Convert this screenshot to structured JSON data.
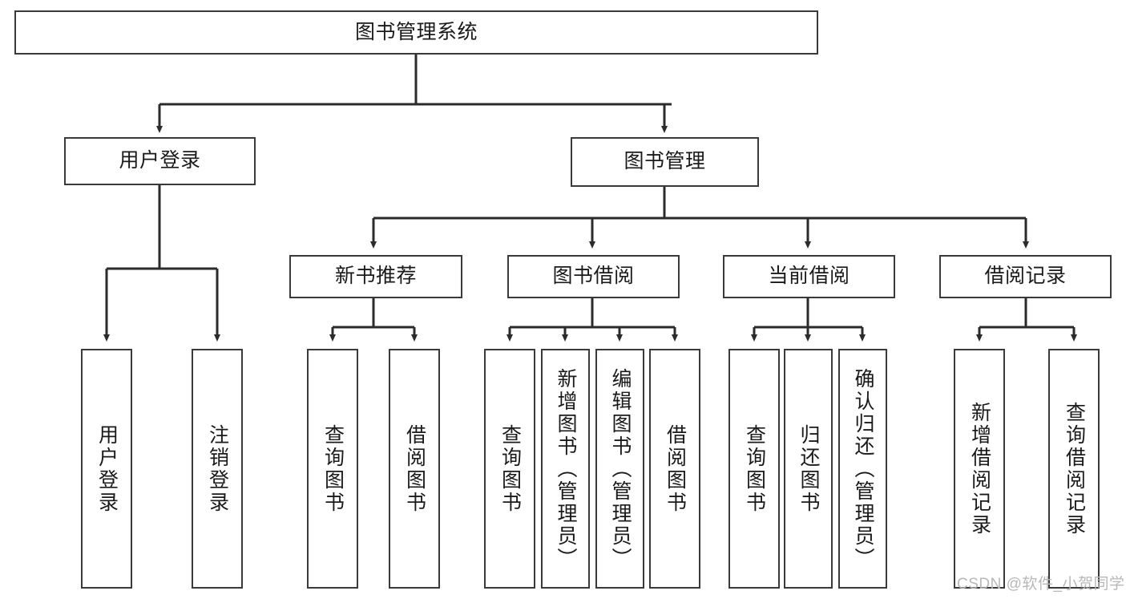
{
  "diagram": {
    "title": "图书管理系统",
    "type": "hierarchy-tree",
    "levels": 4,
    "colors": {
      "box_border": "#3a3a3a",
      "box_fill": "#ffffff",
      "edge": "#2b2b2b",
      "background": "#ffffff",
      "watermark": "#b8b8b8"
    },
    "root": {
      "label": "图书管理系统"
    },
    "level2": [
      {
        "label": "用户登录"
      },
      {
        "label": "图书管理"
      }
    ],
    "level3": [
      {
        "label": "新书推荐"
      },
      {
        "label": "图书借阅"
      },
      {
        "label": "当前借阅"
      },
      {
        "label": "借阅记录"
      }
    ],
    "leaves": {
      "user_login": [
        {
          "label": "用户登录"
        },
        {
          "label": "注销登录"
        }
      ],
      "new_book_recommend": [
        {
          "label": "查询图书"
        },
        {
          "label": "借阅图书"
        }
      ],
      "book_borrow": [
        {
          "label": "查询图书"
        },
        {
          "label": "新增图书（管理员）"
        },
        {
          "label": "编辑图书（管理员）"
        },
        {
          "label": "借阅图书"
        }
      ],
      "current_borrow": [
        {
          "label": "查询图书"
        },
        {
          "label": "归还图书"
        },
        {
          "label": "确认归还（管理员）"
        }
      ],
      "borrow_record": [
        {
          "label": "新增借阅记录"
        },
        {
          "label": "查询借阅记录"
        }
      ]
    }
  },
  "watermark": {
    "text": "CSDN @软件_小贺同学"
  }
}
